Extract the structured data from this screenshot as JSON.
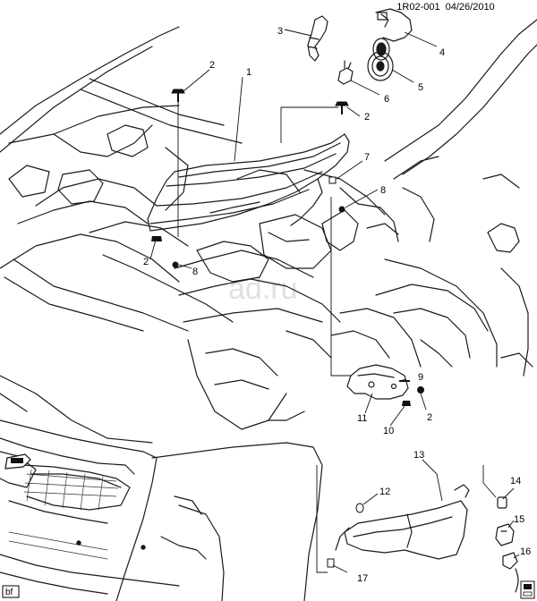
{
  "header": {
    "code": "1R02-001",
    "date": "04/26/2010"
  },
  "watermark": "ad.ru",
  "corner_tag": "bf",
  "callouts": {
    "n1": "1",
    "n2a": "2",
    "n2b": "2",
    "n2c": "2",
    "n2d": "2",
    "n3": "3",
    "n4": "4",
    "n5": "5",
    "n6": "6",
    "n7": "7",
    "n8a": "8",
    "n8b": "8",
    "n9": "9",
    "n10": "10",
    "n11": "11",
    "n12": "12",
    "n13": "13",
    "n14": "14",
    "n15": "15",
    "n16": "16",
    "n17": "17"
  }
}
